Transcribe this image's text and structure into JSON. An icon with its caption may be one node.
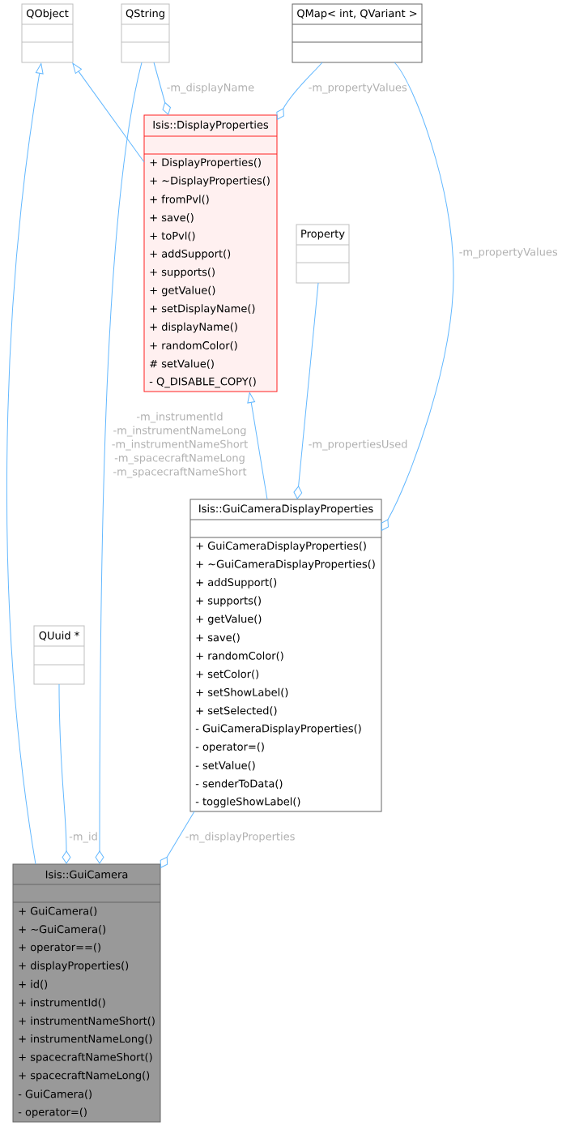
{
  "diagram": {
    "nodes": [
      {
        "text": [
          "QObject"
        ]
      },
      {
        "text": [
          "QString"
        ]
      },
      {
        "text": [
          "QMap< int, QVariant >"
        ]
      },
      {
        "text": [
          "Isis::DisplayProperties",
          "+ DisplayProperties()",
          "+ ~DisplayProperties()",
          "+ fromPvl()",
          "+ save()",
          "+ toPvl()",
          "+ addSupport()",
          "+ supports()",
          "+ getValue()",
          "+ setDisplayName()",
          "+ displayName()",
          "+ randomColor()",
          "# setValue()",
          "- Q_DISABLE_COPY()"
        ]
      },
      {
        "text": [
          "Property"
        ]
      },
      {
        "text": [
          "Isis::GuiCameraDisplayProperties",
          "+ GuiCameraDisplayProperties()",
          "+ ~GuiCameraDisplayProperties()",
          "+ addSupport()",
          "+ supports()",
          "+ getValue()",
          "+ save()",
          "+ randomColor()",
          "+ setColor()",
          "+ setShowLabel()",
          "+ setSelected()",
          "- GuiCameraDisplayProperties()",
          "- operator=()",
          "- setValue()",
          "- senderToData()",
          "- toggleShowLabel()"
        ]
      },
      {
        "text": [
          "QUuid *"
        ]
      },
      {
        "text": [
          "Isis::GuiCamera",
          "+ GuiCamera()",
          "+ ~GuiCamera()",
          "+ operator==()",
          "+ displayProperties()",
          "+ id()",
          "+ instrumentId()",
          "+ instrumentNameShort()",
          "+ instrumentNameLong()",
          "+ spacecraftNameShort()",
          "+ spacecraftNameLong()",
          "- GuiCamera()",
          "- operator=()"
        ]
      }
    ],
    "edges": [
      {
        "from": 3,
        "to": 0,
        "arrow": "to"
      },
      {
        "from": 7,
        "to": 0,
        "arrow": "to"
      },
      {
        "from": 1,
        "to": 3,
        "arrow": "other",
        "label": "-m_displayName"
      },
      {
        "from": 1,
        "to": 7,
        "arrow": "other",
        "label": "-m_instrumentId -m_instrumentNameLong -m_instrumentNameShort -m_spacecraftNameLong -m_spacecraftNameShort"
      },
      {
        "from": 2,
        "to": 3,
        "arrow": "other",
        "label": "-m_propertyValues"
      },
      {
        "from": 2,
        "to": 5,
        "arrow": "other",
        "label": "-m_propertyValues"
      },
      {
        "from": 5,
        "to": 3,
        "arrow": "to"
      },
      {
        "from": 4,
        "to": 5,
        "arrow": "other",
        "label": "-m_propertiesUsed"
      },
      {
        "from": 6,
        "to": 7,
        "arrow": "other",
        "label": "-m_id"
      },
      {
        "from": 5,
        "to": 7,
        "arrow": "other",
        "label": "-m_displayProperties"
      }
    ]
  }
}
